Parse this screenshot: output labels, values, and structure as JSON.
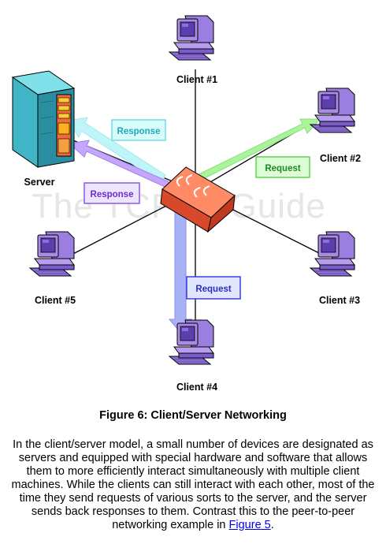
{
  "watermark": "The TCP/IP Guide",
  "nodes": {
    "server": "Server",
    "client1": "Client #1",
    "client2": "Client #2",
    "client3": "Client #3",
    "client4": "Client #4",
    "client5": "Client #5"
  },
  "arrows": {
    "response_cyan": "Response",
    "request_green": "Request",
    "response_purple": "Response",
    "request_blue": "Request"
  },
  "colors": {
    "arrow_cyan": "#bff5f8",
    "arrow_green": "#aaf59a",
    "arrow_purple": "#c6a5ff",
    "arrow_blue": "#a8b2f6",
    "hub": "#f25a3a",
    "computer": "#a98ae6",
    "server_cabinet": "#3fb5c5",
    "link": "#0000ee"
  },
  "caption": "Figure 6: Client/Server Networking",
  "body": {
    "text_before_link": "In the client/server model, a small number of devices are designated as servers and equipped with special hardware and software that allows them to more efficiently interact simultaneously with multiple client machines. While the clients can still interact with each other, most of the time they send requests of various sorts to the server, and the server sends back responses to them. Contrast this to the peer-to-peer networking example in ",
    "link_text": "Figure 5",
    "text_after_link": "."
  }
}
